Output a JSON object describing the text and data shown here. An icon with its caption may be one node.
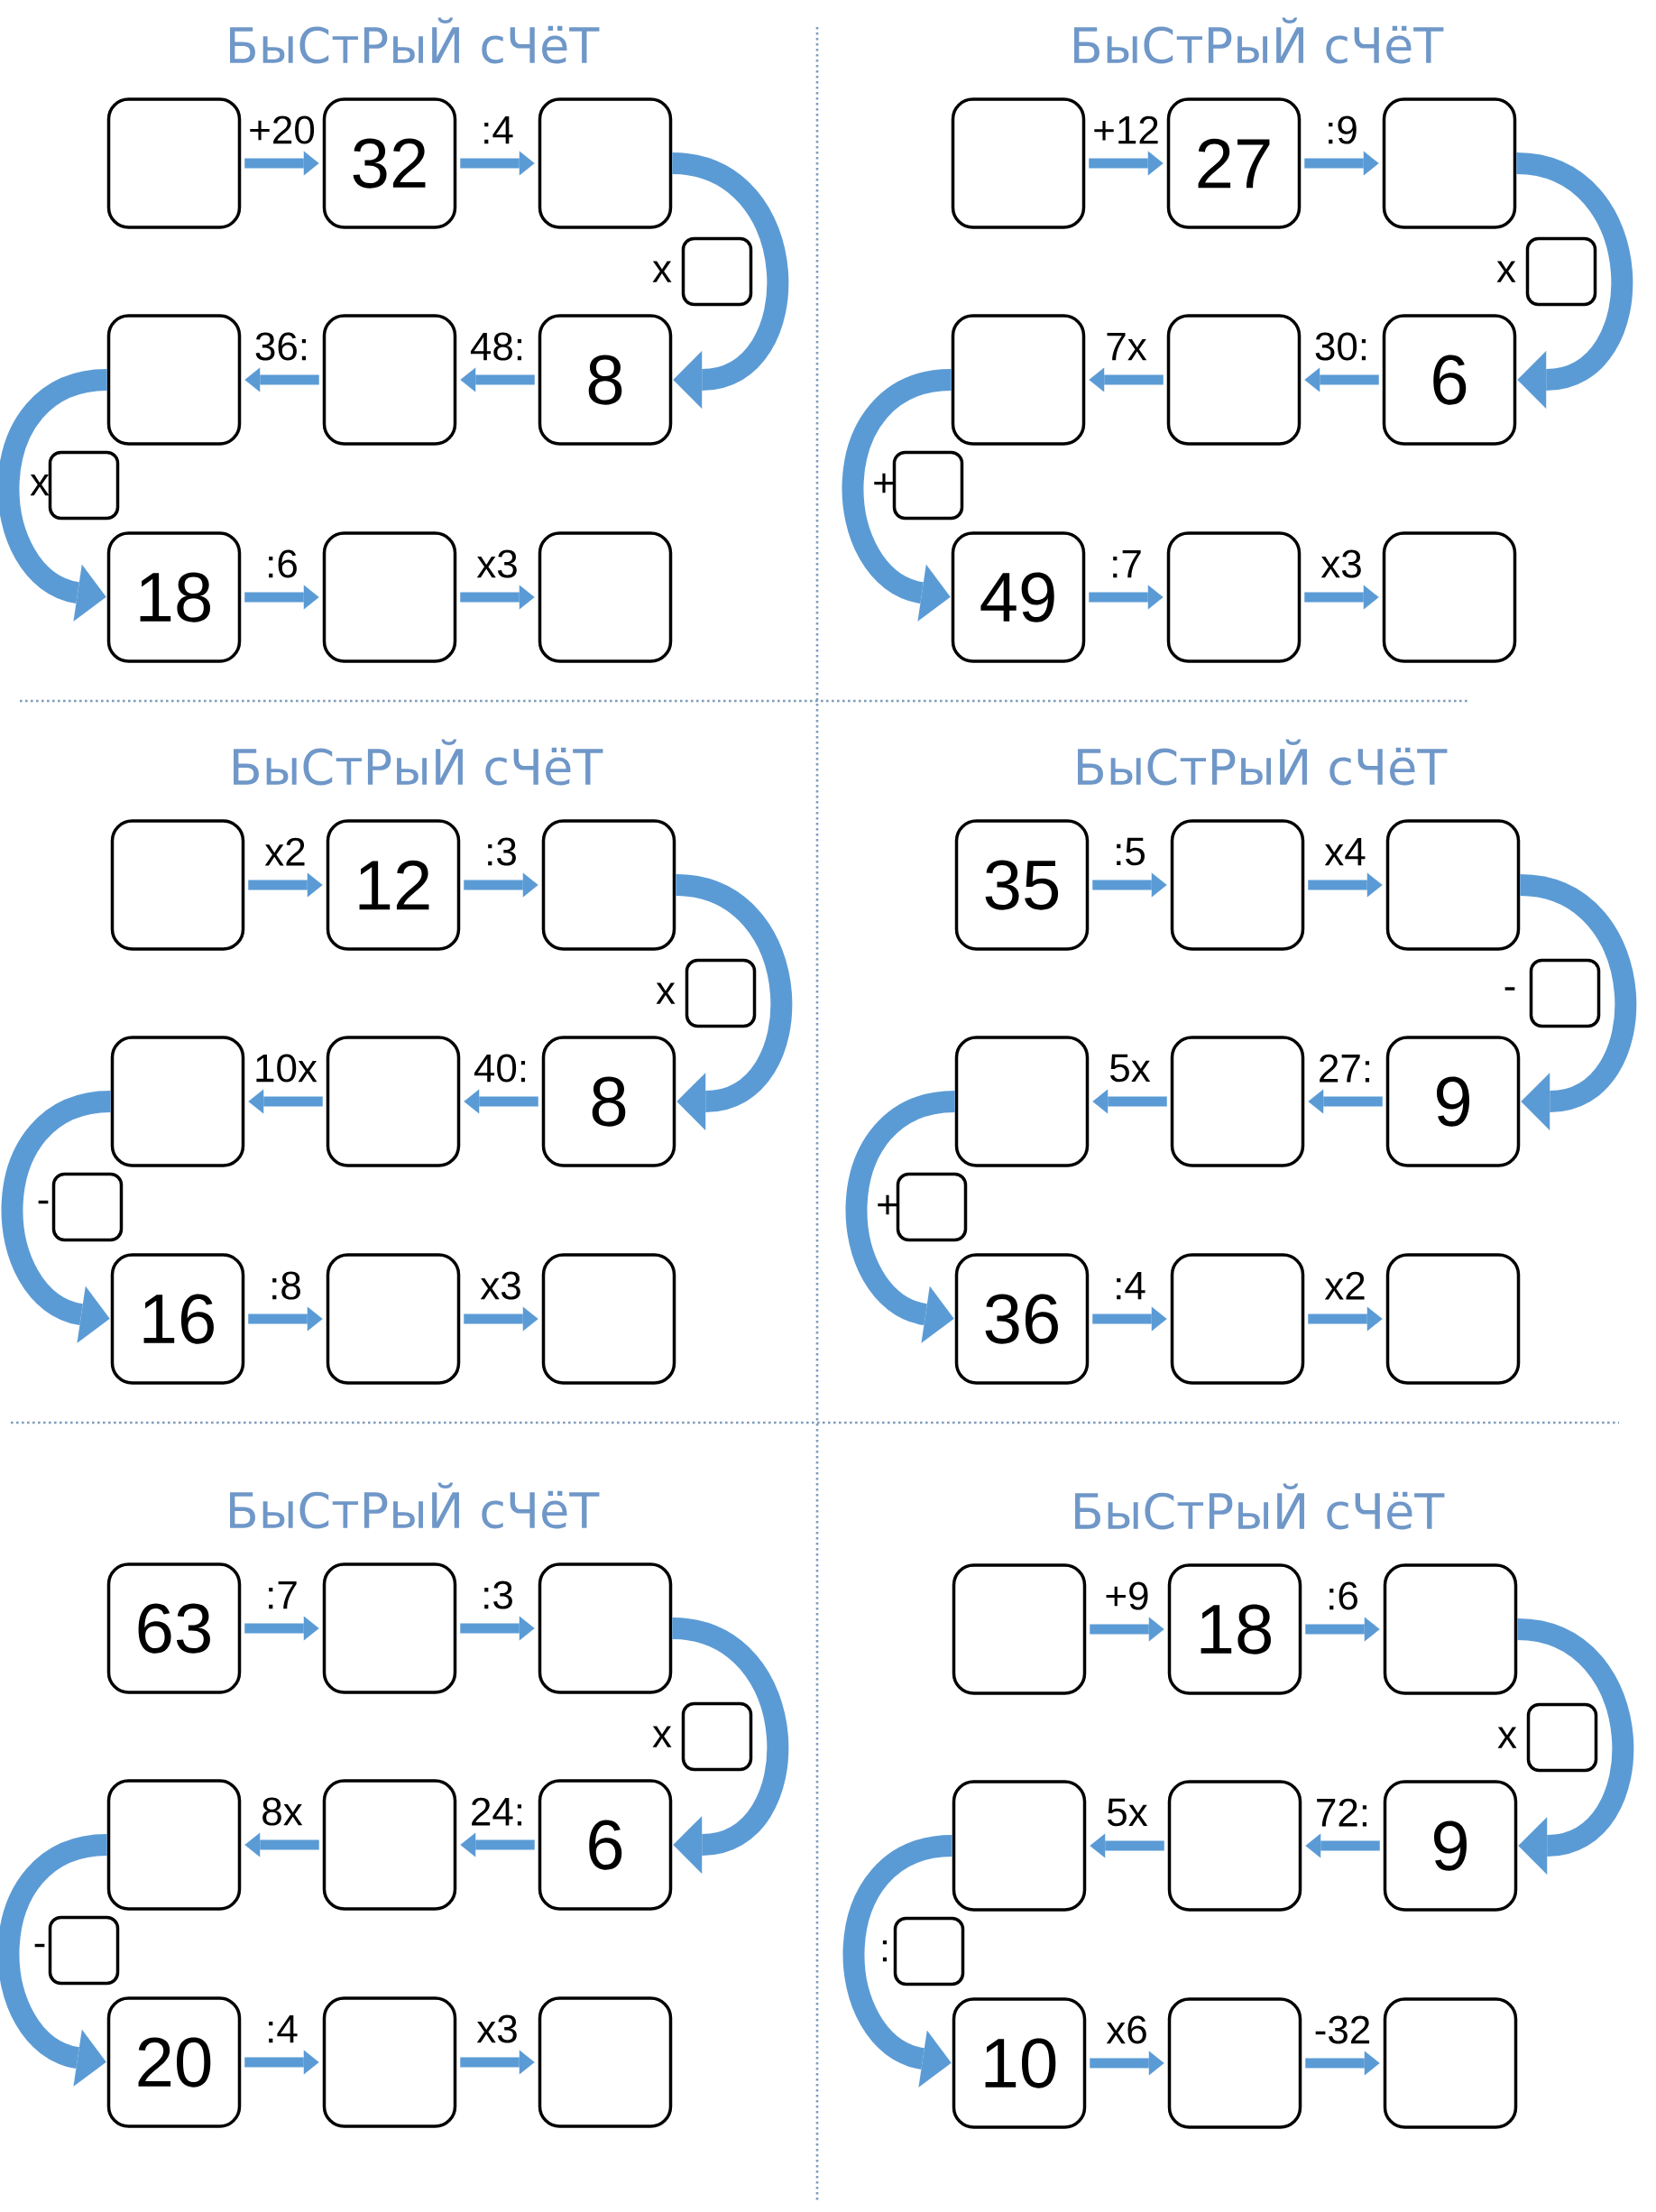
{
  "diagram": {
    "nodes": [
      {
        "text": [],
        "shape": "box"
      },
      {
        "text": [
          "32"
        ]
      },
      {
        "text": [],
        "shape": "box"
      },
      {
        "text": [],
        "shape": "box"
      },
      {
        "text": [],
        "shape": "box"
      },
      {
        "text": [],
        "shape": "box"
      },
      {
        "text": [
          "8"
        ]
      },
      {
        "text": [],
        "shape": "box"
      },
      {
        "text": [
          "18"
        ]
      },
      {
        "text": [],
        "shape": "box"
      },
      {
        "text": [],
        "shape": "box"
      },
      {
        "text": [],
        "shape": "box"
      },
      {
        "text": [
          "27"
        ]
      },
      {
        "text": [],
        "shape": "box"
      },
      {
        "text": [],
        "shape": "box"
      },
      {
        "text": [],
        "shape": "box"
      },
      {
        "text": [],
        "shape": "box"
      },
      {
        "text": [
          "6"
        ]
      },
      {
        "text": [],
        "shape": "box"
      },
      {
        "text": [
          "49"
        ]
      },
      {
        "text": [],
        "shape": "box"
      },
      {
        "text": [],
        "shape": "box"
      },
      {
        "text": [],
        "shape": "box"
      },
      {
        "text": [
          "12"
        ]
      },
      {
        "text": [],
        "shape": "box"
      },
      {
        "text": [],
        "shape": "box"
      },
      {
        "text": [],
        "shape": "box"
      },
      {
        "text": [],
        "shape": "box"
      },
      {
        "text": [
          "8"
        ]
      },
      {
        "text": [],
        "shape": "box"
      },
      {
        "text": [
          "16"
        ]
      },
      {
        "text": [],
        "shape": "box"
      },
      {
        "text": [],
        "shape": "box"
      },
      {
        "text": [
          "35"
        ]
      },
      {
        "text": [],
        "shape": "box"
      },
      {
        "text": [],
        "shape": "box"
      },
      {
        "text": [],
        "shape": "box"
      },
      {
        "text": [],
        "shape": "box"
      },
      {
        "text": [],
        "shape": "box"
      },
      {
        "text": [
          "9"
        ]
      },
      {
        "text": [],
        "shape": "box"
      },
      {
        "text": [
          "36"
        ]
      },
      {
        "text": [],
        "shape": "box"
      },
      {
        "text": [],
        "shape": "box"
      },
      {
        "text": [
          "63"
        ]
      },
      {
        "text": [],
        "shape": "box"
      },
      {
        "text": [],
        "shape": "box"
      },
      {
        "text": [],
        "shape": "box"
      },
      {
        "text": [],
        "shape": "box"
      },
      {
        "text": [],
        "shape": "box"
      },
      {
        "text": [
          "6"
        ]
      },
      {
        "text": [],
        "shape": "box"
      },
      {
        "text": [
          "20"
        ]
      },
      {
        "text": [],
        "shape": "box"
      },
      {
        "text": [],
        "shape": "box"
      },
      {
        "text": [],
        "shape": "box"
      },
      {
        "text": [
          "18"
        ]
      },
      {
        "text": [],
        "shape": "box"
      },
      {
        "text": [],
        "shape": "box"
      },
      {
        "text": [],
        "shape": "box"
      },
      {
        "text": [],
        "shape": "box"
      },
      {
        "text": [
          "9"
        ]
      },
      {
        "text": [],
        "shape": "box"
      },
      {
        "text": [
          "10"
        ]
      },
      {
        "text": [],
        "shape": "box"
      },
      {
        "text": [],
        "shape": "box"
      }
    ],
    "edges": [
      {
        "from": 0,
        "to": 1,
        "arrow": "to",
        "label": "+20"
      },
      {
        "from": 1,
        "to": 2,
        "arrow": "to",
        "label": ":4"
      },
      {
        "from": 2,
        "to": 6,
        "arrow": "to",
        "label": "x",
        "style": "thick"
      },
      {
        "from": 6,
        "to": 5,
        "arrow": "to",
        "label": "48:"
      },
      {
        "from": 5,
        "to": 4,
        "arrow": "to",
        "label": "36:"
      },
      {
        "from": 4,
        "to": 8,
        "arrow": "to",
        "label": "x",
        "style": "thick"
      },
      {
        "from": 8,
        "to": 9,
        "arrow": "to",
        "label": ":6"
      },
      {
        "from": 9,
        "to": 10,
        "arrow": "to",
        "label": "x3"
      },
      {
        "from": 11,
        "to": 12,
        "arrow": "to",
        "label": "+12"
      },
      {
        "from": 12,
        "to": 13,
        "arrow": "to",
        "label": ":9"
      },
      {
        "from": 13,
        "to": 17,
        "arrow": "to",
        "label": "x",
        "style": "thick"
      },
      {
        "from": 17,
        "to": 16,
        "arrow": "to",
        "label": "30:"
      },
      {
        "from": 16,
        "to": 15,
        "arrow": "to",
        "label": "7x"
      },
      {
        "from": 15,
        "to": 19,
        "arrow": "to",
        "label": "+",
        "style": "thick"
      },
      {
        "from": 19,
        "to": 20,
        "arrow": "to",
        "label": ":7"
      },
      {
        "from": 20,
        "to": 21,
        "arrow": "to",
        "label": "x3"
      },
      {
        "from": 22,
        "to": 23,
        "arrow": "to",
        "label": "x2"
      },
      {
        "from": 23,
        "to": 24,
        "arrow": "to",
        "label": ":3"
      },
      {
        "from": 24,
        "to": 28,
        "arrow": "to",
        "label": "x",
        "style": "thick"
      },
      {
        "from": 28,
        "to": 27,
        "arrow": "to",
        "label": "40:"
      },
      {
        "from": 27,
        "to": 26,
        "arrow": "to",
        "label": "10x"
      },
      {
        "from": 26,
        "to": 30,
        "arrow": "to",
        "label": "-",
        "style": "thick"
      },
      {
        "from": 30,
        "to": 31,
        "arrow": "to",
        "label": ":8"
      },
      {
        "from": 31,
        "to": 32,
        "arrow": "to",
        "label": "x3"
      },
      {
        "from": 33,
        "to": 34,
        "arrow": "to",
        "label": ":5"
      },
      {
        "from": 34,
        "to": 35,
        "arrow": "to",
        "label": "x4"
      },
      {
        "from": 35,
        "to": 39,
        "arrow": "to",
        "label": "-",
        "style": "thick"
      },
      {
        "from": 39,
        "to": 38,
        "arrow": "to",
        "label": "27:"
      },
      {
        "from": 38,
        "to": 37,
        "arrow": "to",
        "label": "5x"
      },
      {
        "from": 37,
        "to": 41,
        "arrow": "to",
        "label": "+",
        "style": "thick"
      },
      {
        "from": 41,
        "to": 42,
        "arrow": "to",
        "label": ":4"
      },
      {
        "from": 42,
        "to": 43,
        "arrow": "to",
        "label": "x2"
      },
      {
        "from": 44,
        "to": 45,
        "arrow": "to",
        "label": ":7"
      },
      {
        "from": 45,
        "to": 46,
        "arrow": "to",
        "label": ":3"
      },
      {
        "from": 46,
        "to": 50,
        "arrow": "to",
        "label": "x",
        "style": "thick"
      },
      {
        "from": 50,
        "to": 49,
        "arrow": "to",
        "label": "24:"
      },
      {
        "from": 49,
        "to": 48,
        "arrow": "to",
        "label": "8x"
      },
      {
        "from": 48,
        "to": 52,
        "arrow": "to",
        "label": "-",
        "style": "thick"
      },
      {
        "from": 52,
        "to": 53,
        "arrow": "to",
        "label": ":4"
      },
      {
        "from": 53,
        "to": 54,
        "arrow": "to",
        "label": "x3"
      },
      {
        "from": 55,
        "to": 56,
        "arrow": "to",
        "label": "+9"
      },
      {
        "from": 56,
        "to": 57,
        "arrow": "to",
        "label": ":6"
      },
      {
        "from": 57,
        "to": 61,
        "arrow": "to",
        "label": "x",
        "style": "thick"
      },
      {
        "from": 61,
        "to": 60,
        "arrow": "to",
        "label": "72:"
      },
      {
        "from": 60,
        "to": 59,
        "arrow": "to",
        "label": "5x"
      },
      {
        "from": 59,
        "to": 63,
        "arrow": "to",
        "label": ":",
        "style": "thick"
      },
      {
        "from": 63,
        "to": 64,
        "arrow": "to",
        "label": "x6"
      },
      {
        "from": 64,
        "to": 65,
        "arrow": "to",
        "label": "-32"
      }
    ],
    "labels": [
      "БыСтРыЙ сЧёТ",
      "БыСтРыЙ сЧёТ",
      "БыСтРыЙ сЧёТ",
      "БыСтРыЙ сЧёТ",
      "БыСтРыЙ сЧёТ",
      "БыСтРыЙ сЧёТ"
    ]
  }
}
